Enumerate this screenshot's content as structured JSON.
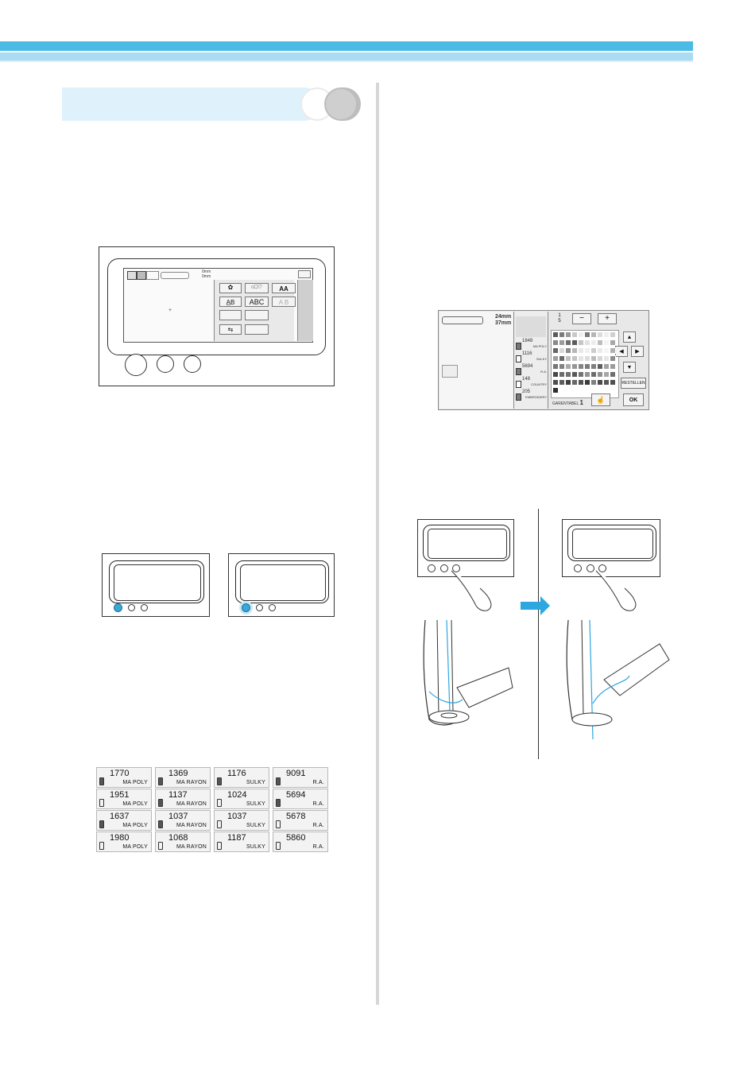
{
  "screen_main": {
    "size_readout": [
      "0mm",
      "0mm"
    ],
    "category_buttons": [
      "AA",
      "ABC",
      "A B"
    ]
  },
  "palette_screen": {
    "size_readout": [
      "24mm",
      "37mm"
    ],
    "threads": [
      {
        "num": "1848",
        "brand": "MA POLY"
      },
      {
        "num": "1116",
        "brand": "SULKY"
      },
      {
        "num": "5694",
        "brand": "R.A."
      },
      {
        "num": "148",
        "brand": "COUNTRY"
      },
      {
        "num": "205",
        "brand": "EMBROIDERY"
      }
    ],
    "fraction_top": "1",
    "fraction_bottom": "5",
    "minus_label": "−",
    "plus_label": "+",
    "reset_label": "RESTELLEN",
    "table_label": "GARENTABEL",
    "table_number": "1",
    "ok_label": "OK",
    "arrow_up": "▲",
    "arrow_left": "◀",
    "arrow_right": "▶",
    "arrow_down": "▼",
    "palette_colors": [
      "#5a5a5a",
      "#7a7a7a",
      "#999999",
      "#c8c8c8",
      "#efefef",
      "#7a7a7a",
      "#b5b5b5",
      "#dcdcdc",
      "#efefef",
      "#d0d0d0",
      "#8a8a8a",
      "#9a9a9a",
      "#6e6e6e",
      "#5b5b5b",
      "#c5c5c5",
      "#e2e2e2",
      "#ececec",
      "#bdbdbd",
      "#f4f4f4",
      "#a8a8a8",
      "#666666",
      "#d8d8d8",
      "#8c8c8c",
      "#b7b7b7",
      "#e8e8e8",
      "#f0f0f0",
      "#cdcdcd",
      "#eaeaea",
      "#f5f5f5",
      "#b0b0b0",
      "#9f9f9f",
      "#6a6a6a",
      "#c0c0c0",
      "#c4c4c4",
      "#e4e4e4",
      "#dddddd",
      "#bcbcbc",
      "#d6d6d6",
      "#e5e5e5",
      "#8e8e8e",
      "#777777",
      "#828282",
      "#aaaaaa",
      "#959595",
      "#858585",
      "#7b7b7b",
      "#7f7f7f",
      "#5f5f5f",
      "#a2a2a2",
      "#9c9c9c",
      "#474747",
      "#6b6b6b",
      "#707070",
      "#585858",
      "#737373",
      "#939393",
      "#6d6d6d",
      "#8f8f8f",
      "#a6a6a6",
      "#6f6f6f",
      "#4e4e4e",
      "#5d5d5d",
      "#3f3f3f",
      "#686868",
      "#535353",
      "#3b3b3b",
      "#808080",
      "#4a4a4a",
      "#575757",
      "#505050",
      "#2e2e2e"
    ]
  },
  "thread_table": [
    {
      "num": "1770",
      "brand": "MA POLY",
      "dark": true
    },
    {
      "num": "1369",
      "brand": "MA RAYON",
      "dark": true
    },
    {
      "num": "1176",
      "brand": "SULKY",
      "dark": true
    },
    {
      "num": "9091",
      "brand": "R.A.",
      "dark": true
    },
    {
      "num": "1951",
      "brand": "MA POLY",
      "dark": false
    },
    {
      "num": "1137",
      "brand": "MA RAYON",
      "dark": true
    },
    {
      "num": "1024",
      "brand": "SULKY",
      "dark": false
    },
    {
      "num": "5694",
      "brand": "R.A.",
      "dark": true
    },
    {
      "num": "1637",
      "brand": "MA POLY",
      "dark": true
    },
    {
      "num": "1037",
      "brand": "MA RAYON",
      "dark": true
    },
    {
      "num": "1037",
      "brand": "SULKY",
      "dark": false
    },
    {
      "num": "5678",
      "brand": "R.A.",
      "dark": false
    },
    {
      "num": "1980",
      "brand": "MA POLY",
      "dark": false
    },
    {
      "num": "1068",
      "brand": "MA RAYON",
      "dark": false
    },
    {
      "num": "1187",
      "brand": "SULKY",
      "dark": false
    },
    {
      "num": "5860",
      "brand": "R.A.",
      "dark": false
    }
  ],
  "colors": {
    "banner": "#4bbbe6",
    "header_pill": "#dff2fb",
    "indicator_blue": "#39a8d8",
    "arrow_blue": "#2ea6e0"
  }
}
